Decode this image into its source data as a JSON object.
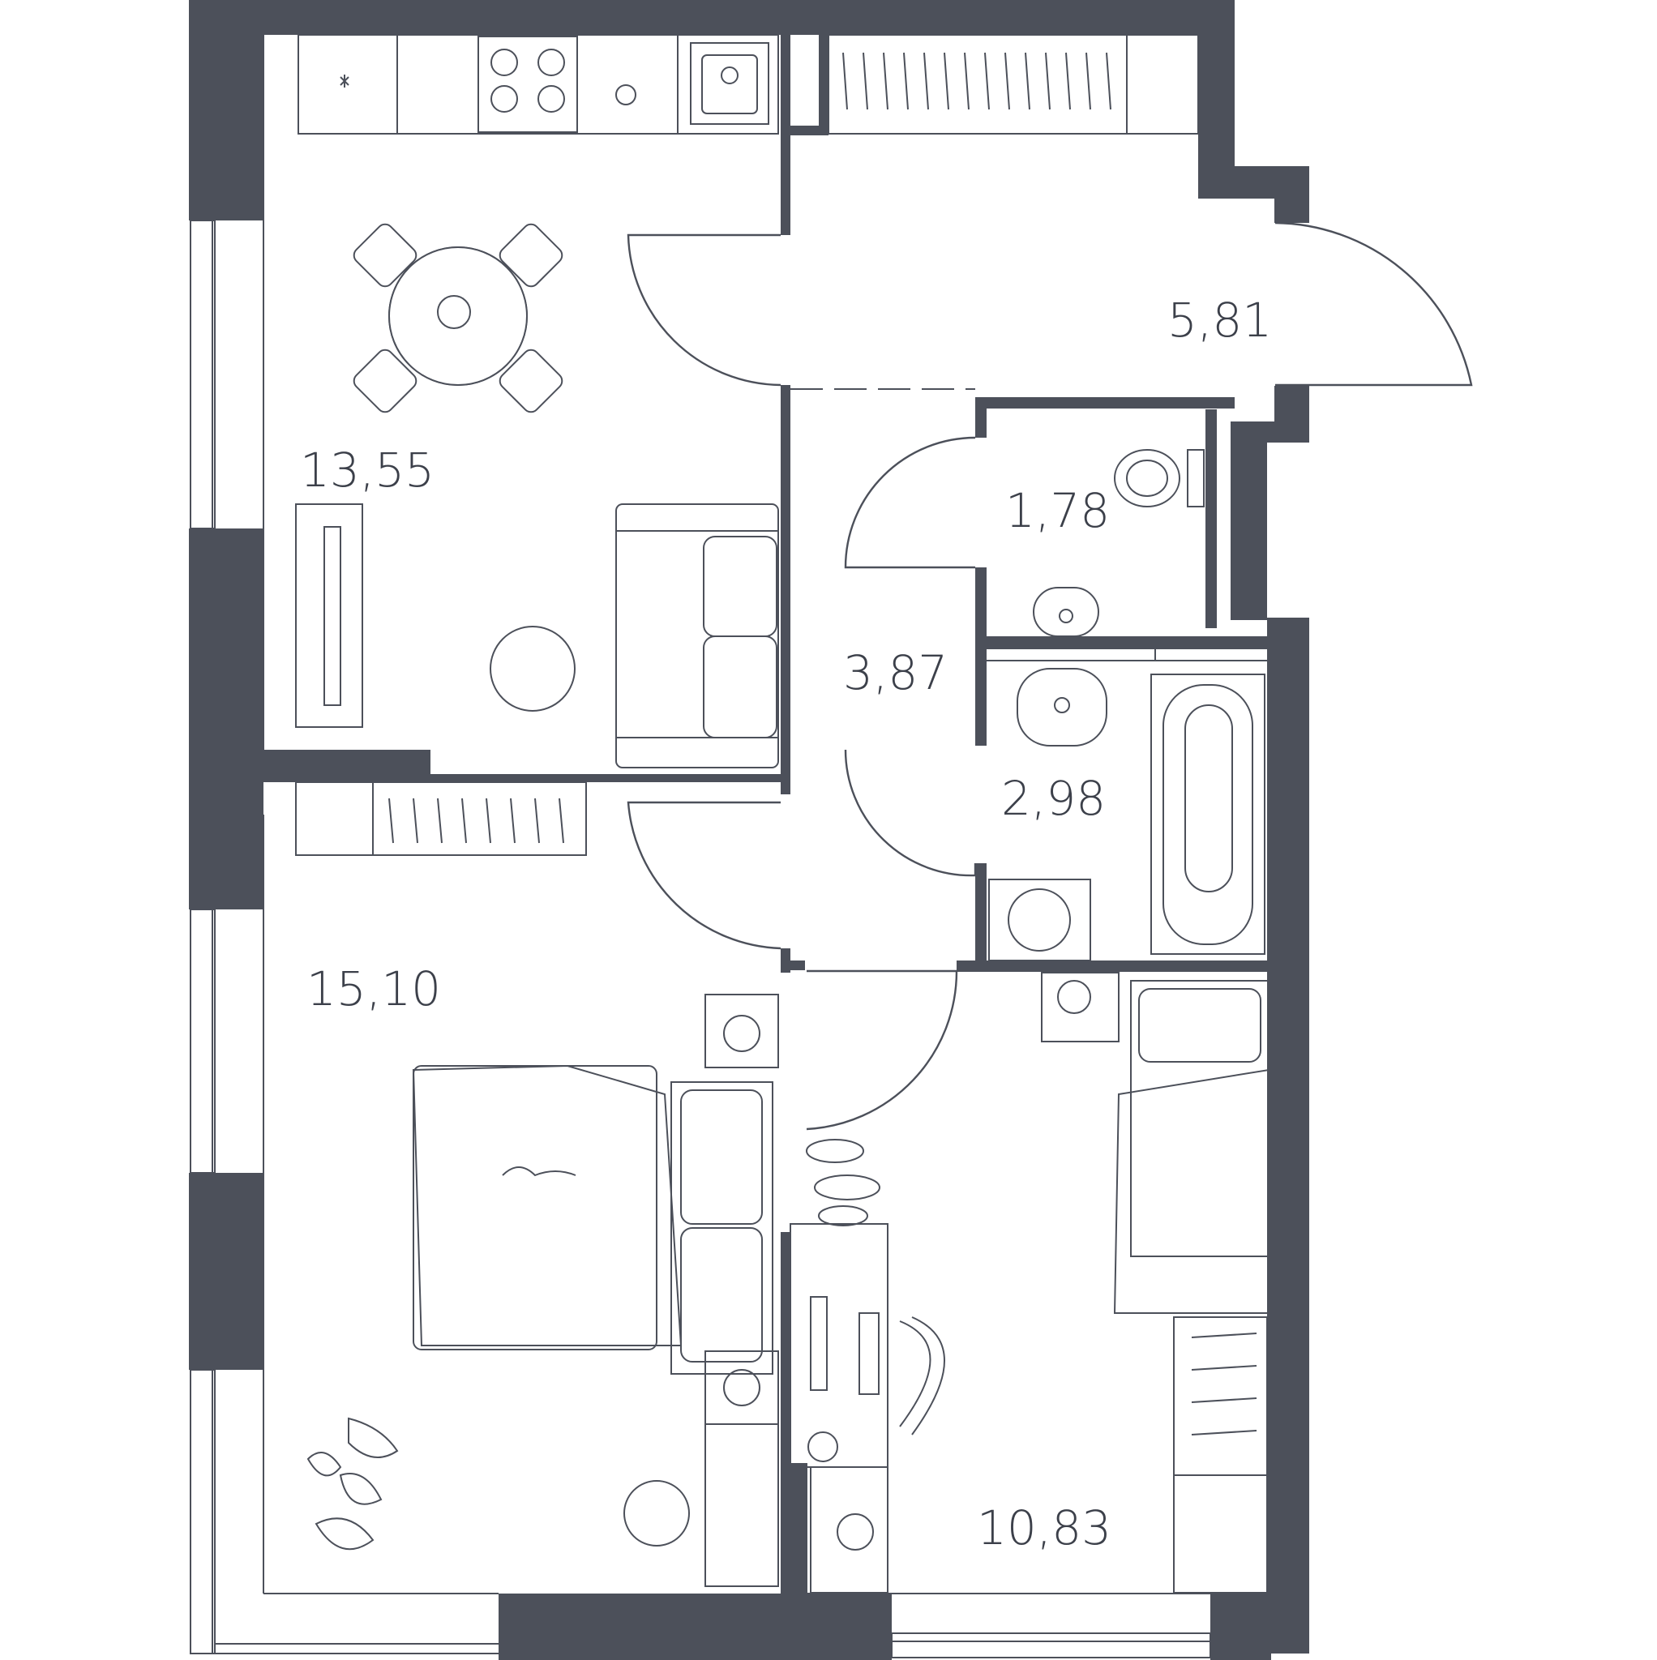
{
  "colors": {
    "wall": "#4c505a",
    "line": "#4c505a",
    "text": "#3c404a",
    "background": "#ffffff"
  },
  "rooms": [
    {
      "id": "kitchen-living",
      "area": "13,55"
    },
    {
      "id": "hallway-entry",
      "area": "5,81"
    },
    {
      "id": "toilet",
      "area": "1,78"
    },
    {
      "id": "corridor",
      "area": "3,87"
    },
    {
      "id": "bathroom",
      "area": "2,98"
    },
    {
      "id": "bedroom-left",
      "area": "15,10"
    },
    {
      "id": "bedroom-right",
      "area": "10,83"
    }
  ],
  "icons": [
    "stove-icon",
    "sink-icon",
    "dining-table-icon",
    "sofa-icon",
    "tv-icon",
    "toilet-icon",
    "bathtub-icon",
    "washing-machine-icon",
    "bed-icon",
    "desk-icon",
    "chair-icon",
    "plant-icon",
    "ball-icon"
  ]
}
